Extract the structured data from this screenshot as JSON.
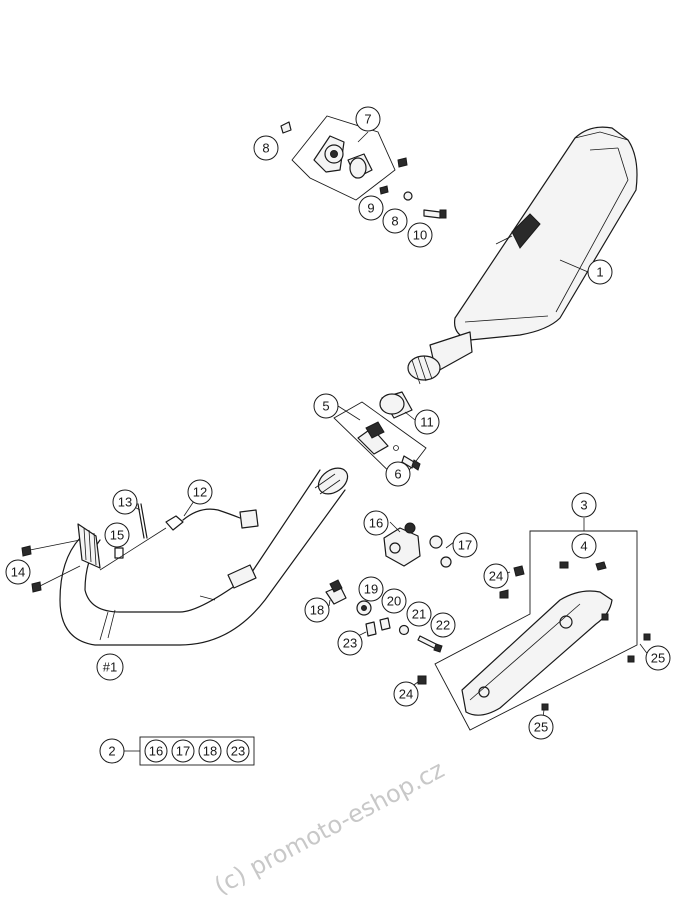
{
  "watermark": "(c) promoto-eshop.cz",
  "callouts": {
    "c1": "1",
    "c2": "2",
    "c3": "3",
    "c4": "4",
    "c5": "5",
    "c6": "6",
    "c7": "7",
    "c8a": "8",
    "c8b": "8",
    "c9": "9",
    "c10": "10",
    "c11": "11",
    "c12": "12",
    "c13": "13",
    "c14": "14",
    "c15": "15",
    "c16": "16",
    "c17": "17",
    "c18": "18",
    "c19": "19",
    "c20": "20",
    "c21": "21",
    "c22": "22",
    "c23": "23",
    "c24a": "24",
    "c24b": "24",
    "c25a": "25",
    "c25b": "25",
    "h1": "#1"
  },
  "kit": {
    "label": "2",
    "items": [
      "16",
      "17",
      "18",
      "23"
    ]
  }
}
